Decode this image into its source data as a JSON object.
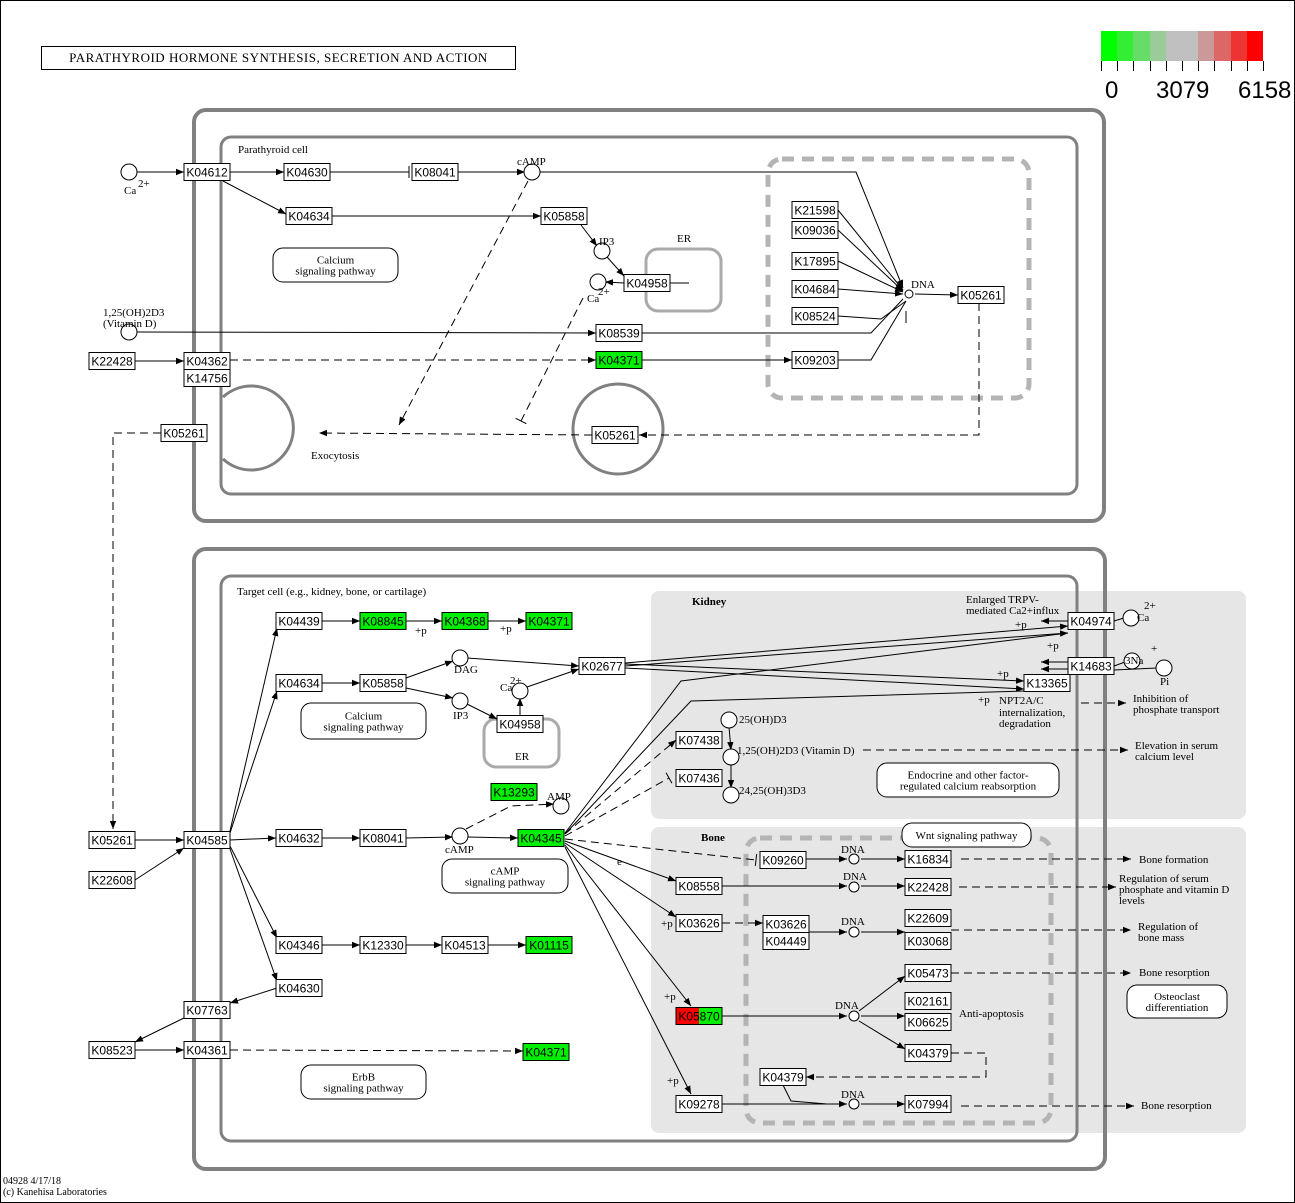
{
  "title": "PARATHYROID HORMONE SYNTHESIS, SECRETION AND ACTION",
  "legend": {
    "colors": [
      "#00ff00",
      "#33ee33",
      "#66dd66",
      "#99cc99",
      "#c0c0c0",
      "#c0c0c0",
      "#cc9999",
      "#dd6666",
      "#ee3333",
      "#ff0000"
    ],
    "min": "0",
    "mid": "3079",
    "max": "6158"
  },
  "colors": {
    "high": "#ff0000",
    "low": "#00ee00",
    "none": "#ffffff",
    "container": "#808080",
    "region": "#e6e6e6",
    "nucleus": "#b4b4b4"
  },
  "footer": {
    "id_date": "04928 4/17/18",
    "copyright": "(c) Kanehisa Laboratories"
  },
  "nodes": {
    "t_K04612": {
      "label": "K04612"
    },
    "t_K04630": {
      "label": "K04630"
    },
    "t_K08041": {
      "label": "K08041"
    },
    "t_K04634": {
      "label": "K04634"
    },
    "t_K05858": {
      "label": "K05858"
    },
    "t_K04958": {
      "label": "K04958"
    },
    "t_K21598": {
      "label": "K21598"
    },
    "t_K09036": {
      "label": "K09036"
    },
    "t_K17895": {
      "label": "K17895"
    },
    "t_K04684": {
      "label": "K04684"
    },
    "t_K08524": {
      "label": "K08524"
    },
    "t_K05261a": {
      "label": "K05261"
    },
    "t_K08539": {
      "label": "K08539"
    },
    "t_K22428": {
      "label": "K22428"
    },
    "t_K04362": {
      "label": "K04362"
    },
    "t_K14756": {
      "label": "K14756"
    },
    "t_K04371": {
      "label": "K04371",
      "fill": "low"
    },
    "t_K09203": {
      "label": "K09203"
    },
    "t_K05261b": {
      "label": "K05261"
    },
    "t_K05261c": {
      "label": "K05261"
    },
    "b_K04439": {
      "label": "K04439"
    },
    "b_K08845": {
      "label": "K08845",
      "fill": "low"
    },
    "b_K04368": {
      "label": "K04368",
      "fill": "low"
    },
    "b_K04371a": {
      "label": "K04371",
      "fill": "low"
    },
    "b_K04634": {
      "label": "K04634"
    },
    "b_K05858": {
      "label": "K05858"
    },
    "b_K02677": {
      "label": "K02677"
    },
    "b_K04958": {
      "label": "K04958"
    },
    "b_K13293": {
      "label": "K13293",
      "fill": "low"
    },
    "b_K04345": {
      "label": "K04345",
      "fill": "low"
    },
    "b_K05261": {
      "label": "K05261"
    },
    "b_K04585": {
      "label": "K04585"
    },
    "b_K04632": {
      "label": "K04632"
    },
    "b_K08041": {
      "label": "K08041"
    },
    "b_K22608": {
      "label": "K22608"
    },
    "b_K04346": {
      "label": "K04346"
    },
    "b_K12330": {
      "label": "K12330"
    },
    "b_K04513": {
      "label": "K04513"
    },
    "b_K01115": {
      "label": "K01115",
      "fill": "low"
    },
    "b_K04630": {
      "label": "K04630"
    },
    "b_K07763": {
      "label": "K07763"
    },
    "b_K08523": {
      "label": "K08523"
    },
    "b_K04361": {
      "label": "K04361"
    },
    "b_K04371b": {
      "label": "K04371",
      "fill": "low"
    },
    "k_K07438": {
      "label": "K07438"
    },
    "k_K07436": {
      "label": "K07436"
    },
    "k_K04974": {
      "label": "K04974"
    },
    "k_K14683": {
      "label": "K14683"
    },
    "k_K13365": {
      "label": "K13365"
    },
    "o_K09260": {
      "label": "K09260"
    },
    "o_K16834": {
      "label": "K16834"
    },
    "o_K08558": {
      "label": "K08558"
    },
    "o_K22428": {
      "label": "K22428"
    },
    "o_K03626a": {
      "label": "K03626"
    },
    "o_K03626b": {
      "label": "K03626"
    },
    "o_K04449": {
      "label": "K04449"
    },
    "o_K22609": {
      "label": "K22609"
    },
    "o_K03068": {
      "label": "K03068"
    },
    "o_K05473": {
      "label": "K05473"
    },
    "o_K05870": {
      "label": "K05870",
      "fill": "split"
    },
    "o_K02161": {
      "label": "K02161"
    },
    "o_K06625": {
      "label": "K06625"
    },
    "o_K04379a": {
      "label": "K04379"
    },
    "o_K04379b": {
      "label": "K04379"
    },
    "o_K09278": {
      "label": "K09278"
    },
    "o_K07994": {
      "label": "K07994"
    }
  },
  "pathways": {
    "calcium_top": [
      "Calcium",
      "signaling pathway"
    ],
    "calcium_bottom": [
      "Calcium",
      "signaling pathway"
    ],
    "camp": [
      "cAMP",
      "signaling pathway"
    ],
    "erbb": [
      "ErbB",
      "signaling pathway"
    ],
    "endocrine": [
      "Endocrine and other factor-",
      "regulated calcium reabsorption"
    ],
    "wnt": [
      "Wnt signaling pathway"
    ],
    "osteoclast": [
      "Osteoclast",
      "differentiation"
    ]
  },
  "labels": {
    "parathyroid_cell": "Parathyroid cell",
    "ca_top": "Ca",
    "sup_2plus": "2+",
    "camp_top": "cAMP",
    "ip3_top": "IP3",
    "ca_er_top": "Ca",
    "er_top": "ER",
    "dna_top": "DNA",
    "vitd_1": "1,25(OH)2D3",
    "vitd_2": "(Vitamin D)",
    "exocytosis": "Exocytosis",
    "target_cell": "Target cell (e.g., kidney, bone, or cartilage)",
    "plus_p": "+p",
    "dag": "DAG",
    "ip3_bottom": "IP3",
    "ca_bottom": "Ca",
    "er_bottom": "ER",
    "amp": "AMP",
    "camp_bottom": "cAMP",
    "kidney": "Kidney",
    "bone": "Bone",
    "trpv_1": "Enlarged TRPV-",
    "trpv_2": "mediated Ca2+influx",
    "ca_kidney": "Ca",
    "na": "3Na",
    "sup_plus": "+",
    "pi": "Pi",
    "npt_1": "NPT2A/C",
    "npt_2": "internalization,",
    "npt_3": "degradation",
    "inhib_1": "Inhibition of",
    "inhib_2": "phosphate transport",
    "elev_1": "Elevation in serum",
    "elev_2": "calcium level",
    "oh_25": "25(OH)D3",
    "oh_125": "1,25(OH)2D3  (Vitamin D)",
    "oh_2425": "24,25(OH)3D3",
    "e_label": "e",
    "dna": "DNA",
    "bone_formation": "Bone formation",
    "reg_serum_1": "Regulation of serum",
    "reg_serum_2": "phosphate and vitamin D",
    "reg_serum_3": "levels",
    "reg_mass_1": "Regulation of",
    "reg_mass_2": "bone mass",
    "bone_resorption": "Bone resorption",
    "anti_apoptosis": "Anti-apoptosis"
  }
}
